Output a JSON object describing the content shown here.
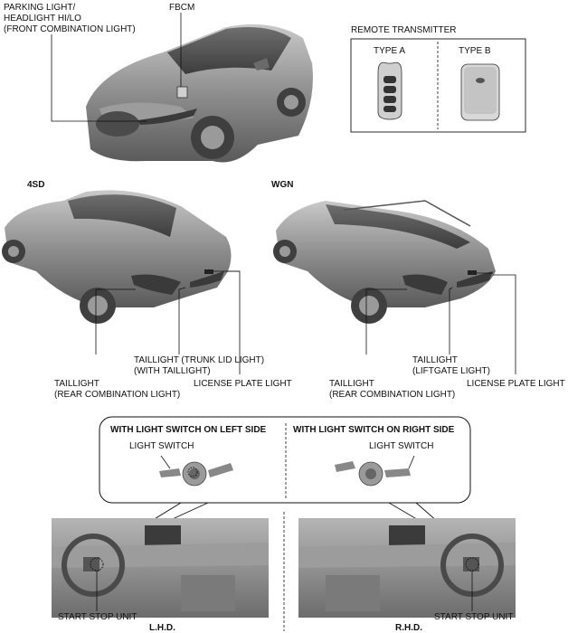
{
  "top": {
    "parking_label": [
      "PARKING LIGHT/",
      "HEADLIGHT HI/LO",
      "(FRONT COMBINATION LIGHT)"
    ],
    "fbcm_label": "FBCM",
    "remote": {
      "title": "REMOTE TRANSMITTER",
      "type_a": "TYPE A",
      "type_b": "TYPE B"
    }
  },
  "sedan": {
    "heading": "4SD",
    "taillight_trunk": [
      "TAILLIGHT (TRUNK LID LIGHT)",
      "(WITH TAILLIGHT)"
    ],
    "taillight_rear": [
      "TAILLIGHT",
      "(REAR COMBINATION LIGHT)"
    ],
    "license": "LICENSE PLATE LIGHT"
  },
  "wagon": {
    "heading": "WGN",
    "taillight_liftgate": [
      "TAILLIGHT",
      "(LIFTGATE LIGHT)"
    ],
    "taillight_rear": [
      "TAILLIGHT",
      "(REAR COMBINATION LIGHT)"
    ],
    "license": "LICENSE PLATE LIGHT"
  },
  "switch_panel": {
    "left_title": "WITH LIGHT SWITCH ON LEFT SIDE",
    "right_title": "WITH LIGHT SWITCH ON RIGHT SIDE",
    "left_switch": "LIGHT SWITCH",
    "right_switch": "LIGHT SWITCH"
  },
  "dash": {
    "left_unit": "START STOP UNIT",
    "right_unit": "START STOP UNIT",
    "lhd": "L.H.D.",
    "rhd": "R.H.D."
  },
  "colors": {
    "car_body": "#8c8c8c",
    "car_dark": "#5e5e5e",
    "line": "#111111"
  }
}
